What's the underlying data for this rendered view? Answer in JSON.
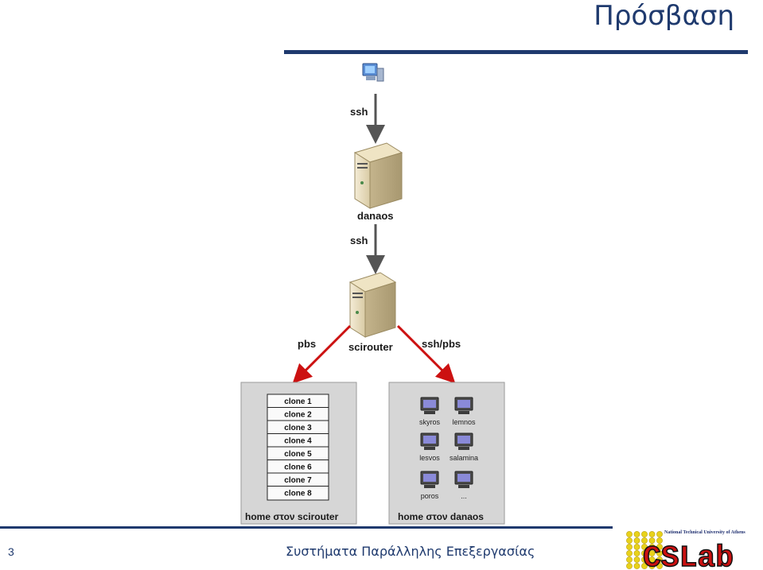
{
  "slide": {
    "title": "Πρόσβαση",
    "page_number": "3",
    "footer_text": "Συστήματα Παράλληλης Επεξεργασίας"
  },
  "diagram": {
    "edge_ssh_1": "ssh",
    "server_1": "danaos",
    "edge_ssh_2": "ssh",
    "server_2": "scirouter",
    "edge_left": "pbs",
    "edge_right": "ssh/pbs",
    "left_panel_title": "home στον scirouter",
    "right_panel_title": "home στον danaos",
    "clones": [
      "clone 1",
      "clone 2",
      "clone 3",
      "clone 4",
      "clone 5",
      "clone 6",
      "clone 7",
      "clone 8"
    ],
    "hosts": [
      "skyros",
      "lemnos",
      "lesvos",
      "salamina",
      "poros",
      "..."
    ]
  },
  "logo": {
    "text": "CSLab",
    "caption": "National Technical University of Athens"
  },
  "colors": {
    "accent": "#1f3a6e",
    "arrow_red": "#cc1111",
    "arrow_gray": "#555555",
    "panel": "#d4d4d4"
  }
}
